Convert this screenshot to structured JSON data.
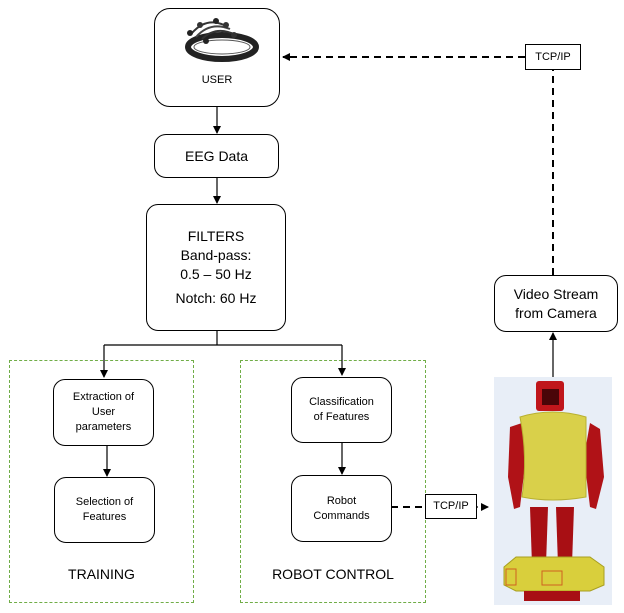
{
  "nodes": {
    "user": {
      "label": "USER",
      "icon": "eeg-headset-icon"
    },
    "eeg_data": {
      "label": "EEG Data"
    },
    "filters": {
      "title": "FILTERS",
      "bandpass_label": "Band-pass:",
      "bandpass_range": "0.5 – 50 Hz",
      "notch": "Notch: 60 Hz"
    },
    "extraction": {
      "lines": [
        "Extraction of",
        "User",
        "parameters"
      ]
    },
    "selection": {
      "lines": [
        "Selection of",
        "Features"
      ]
    },
    "classification": {
      "lines": [
        "Classification",
        "of Features"
      ]
    },
    "robot_commands": {
      "lines": [
        "Robot",
        "Commands"
      ]
    },
    "video_stream": {
      "lines": [
        "Video Stream",
        "from Camera"
      ]
    },
    "tcp_top": {
      "label": "TCP/IP"
    },
    "tcp_bottom": {
      "label": "TCP/IP"
    },
    "robot": {
      "icon": "humanoid-robot-icon"
    }
  },
  "groups": {
    "training": {
      "label": "TRAINING"
    },
    "robot_control": {
      "label": "ROBOT CONTROL"
    }
  },
  "colors": {
    "group_border": "#70ad47",
    "robot_body": "#d9d04a",
    "robot_limbs": "#c0161b",
    "robot_bg": "#e8eef7"
  }
}
